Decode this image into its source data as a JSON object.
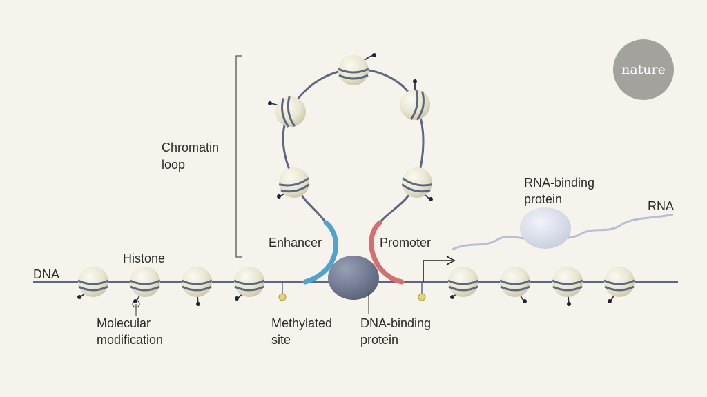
{
  "logo": {
    "text": "nature"
  },
  "labels": {
    "dna": "DNA",
    "histone": "Histone",
    "chromatin_loop_line1": "Chromatin",
    "chromatin_loop_line2": "loop",
    "enhancer": "Enhancer",
    "promoter": "Promoter",
    "rna_binding_protein_line1": "RNA-binding",
    "rna_binding_protein_line2": "protein",
    "rna": "RNA",
    "molecular_modification_line1": "Molecular",
    "molecular_modification_line2": "modification",
    "methylated_site_line1": "Methylated",
    "methylated_site_line2": "site",
    "dna_binding_protein_line1": "DNA-binding",
    "dna_binding_protein_line2": "protein"
  },
  "colors": {
    "background": "#f5f3eb",
    "dna_strand": "#5d6780",
    "nucleosome": "#e8e6d2",
    "enhancer": "#4fa3cc",
    "promoter": "#d56e6e",
    "dna_binding_protein": "#6b7488",
    "rna_binding_protein": "#d6dbe8",
    "methylation": "#e8d27a"
  },
  "icons": {
    "nucleosome": "histone-sphere-icon",
    "modification": "lollipop-tail-icon",
    "methylation": "methyl-dot-icon",
    "transcription_start": "bent-arrow-icon"
  }
}
